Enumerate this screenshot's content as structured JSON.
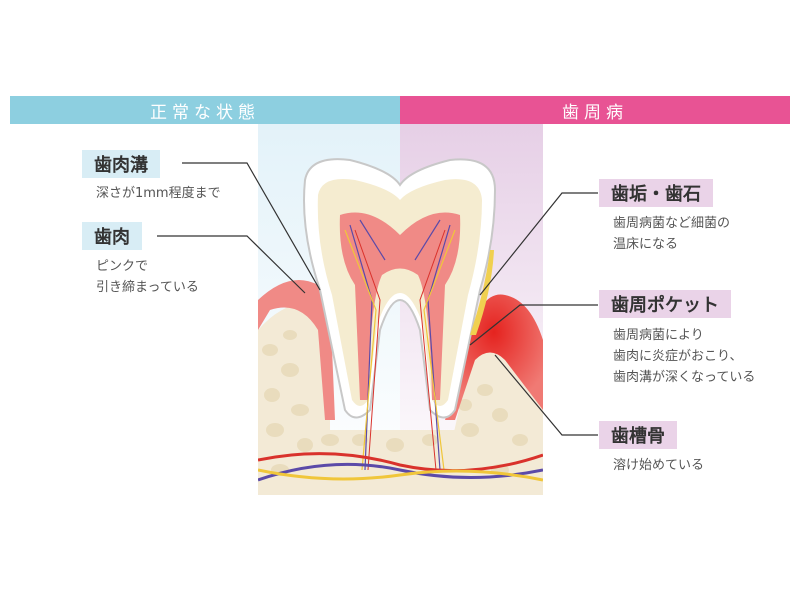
{
  "headers": {
    "normal": "正常な状態",
    "disease": "歯周病"
  },
  "left_labels": [
    {
      "title": "歯肉溝",
      "desc": [
        "深さが1mm程度まで"
      ]
    },
    {
      "title": "歯肉",
      "desc": [
        "ピンクで",
        "引き締まっている"
      ]
    }
  ],
  "right_labels": [
    {
      "title": "歯垢・歯石",
      "desc": [
        "歯周病菌など細菌の",
        "温床になる"
      ]
    },
    {
      "title": "歯周ポケット",
      "desc": [
        "歯周病菌により",
        "歯肉に炎症がおこり、",
        "歯肉溝が深くなっている"
      ]
    },
    {
      "title": "歯槽骨",
      "desc": [
        "溶け始めている"
      ]
    }
  ],
  "colors": {
    "normal": "#8dcfe0",
    "disease": "#e85394",
    "gum": "#f08a86",
    "inflamed": "#e8322e",
    "bone": "#f3ead6"
  }
}
